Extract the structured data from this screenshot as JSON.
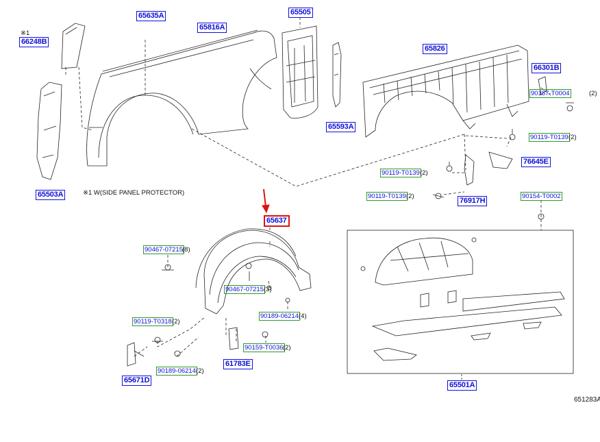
{
  "diagram": {
    "parts": {
      "p65635A": "65635A",
      "p65505": "65505",
      "p65816A": "65816A",
      "p66248B": "66248B",
      "p65826": "65826",
      "p66301B": "66301B",
      "p65593A": "65593A",
      "p65503A": "65503A",
      "p76645E": "76645E",
      "p76917H": "76917H",
      "p65637": "65637",
      "p65671D": "65671D",
      "p61783E": "61783E",
      "p65501A": "65501A"
    },
    "fasteners": {
      "f90157": {
        "code": "90157-T0004",
        "qty": "(2)"
      },
      "f90119a": {
        "code": "90119-T0139",
        "qty": "(2)"
      },
      "f90119b": {
        "code": "90119-T0139",
        "qty": "(2)"
      },
      "f90119c": {
        "code": "90119-T0139",
        "qty": "(2)"
      },
      "f90154": {
        "code": "90154-T0002",
        "qty": ""
      },
      "f90467a": {
        "code": "90467-07215",
        "qty": "(8)"
      },
      "f90467b": {
        "code": "90467-07215",
        "qty": "(3)"
      },
      "f90189a": {
        "code": "90189-06214",
        "qty": "(4)"
      },
      "f90119d": {
        "code": "90119-T0318",
        "qty": "(2)"
      },
      "f90159": {
        "code": "90159-T0036",
        "qty": "(2)"
      },
      "f90189b": {
        "code": "90189-06214",
        "qty": "(2)"
      }
    },
    "notes": {
      "mark": "※1",
      "footnote": "※1 W(SIDE PANEL PROTECTOR)",
      "figure_id": "651283A"
    },
    "colors": {
      "part_label": "#1010d8",
      "fastener_border": "#2a9a2a",
      "highlight_border": "#e01010",
      "arrow": "#e01010",
      "line": "#222222"
    }
  }
}
